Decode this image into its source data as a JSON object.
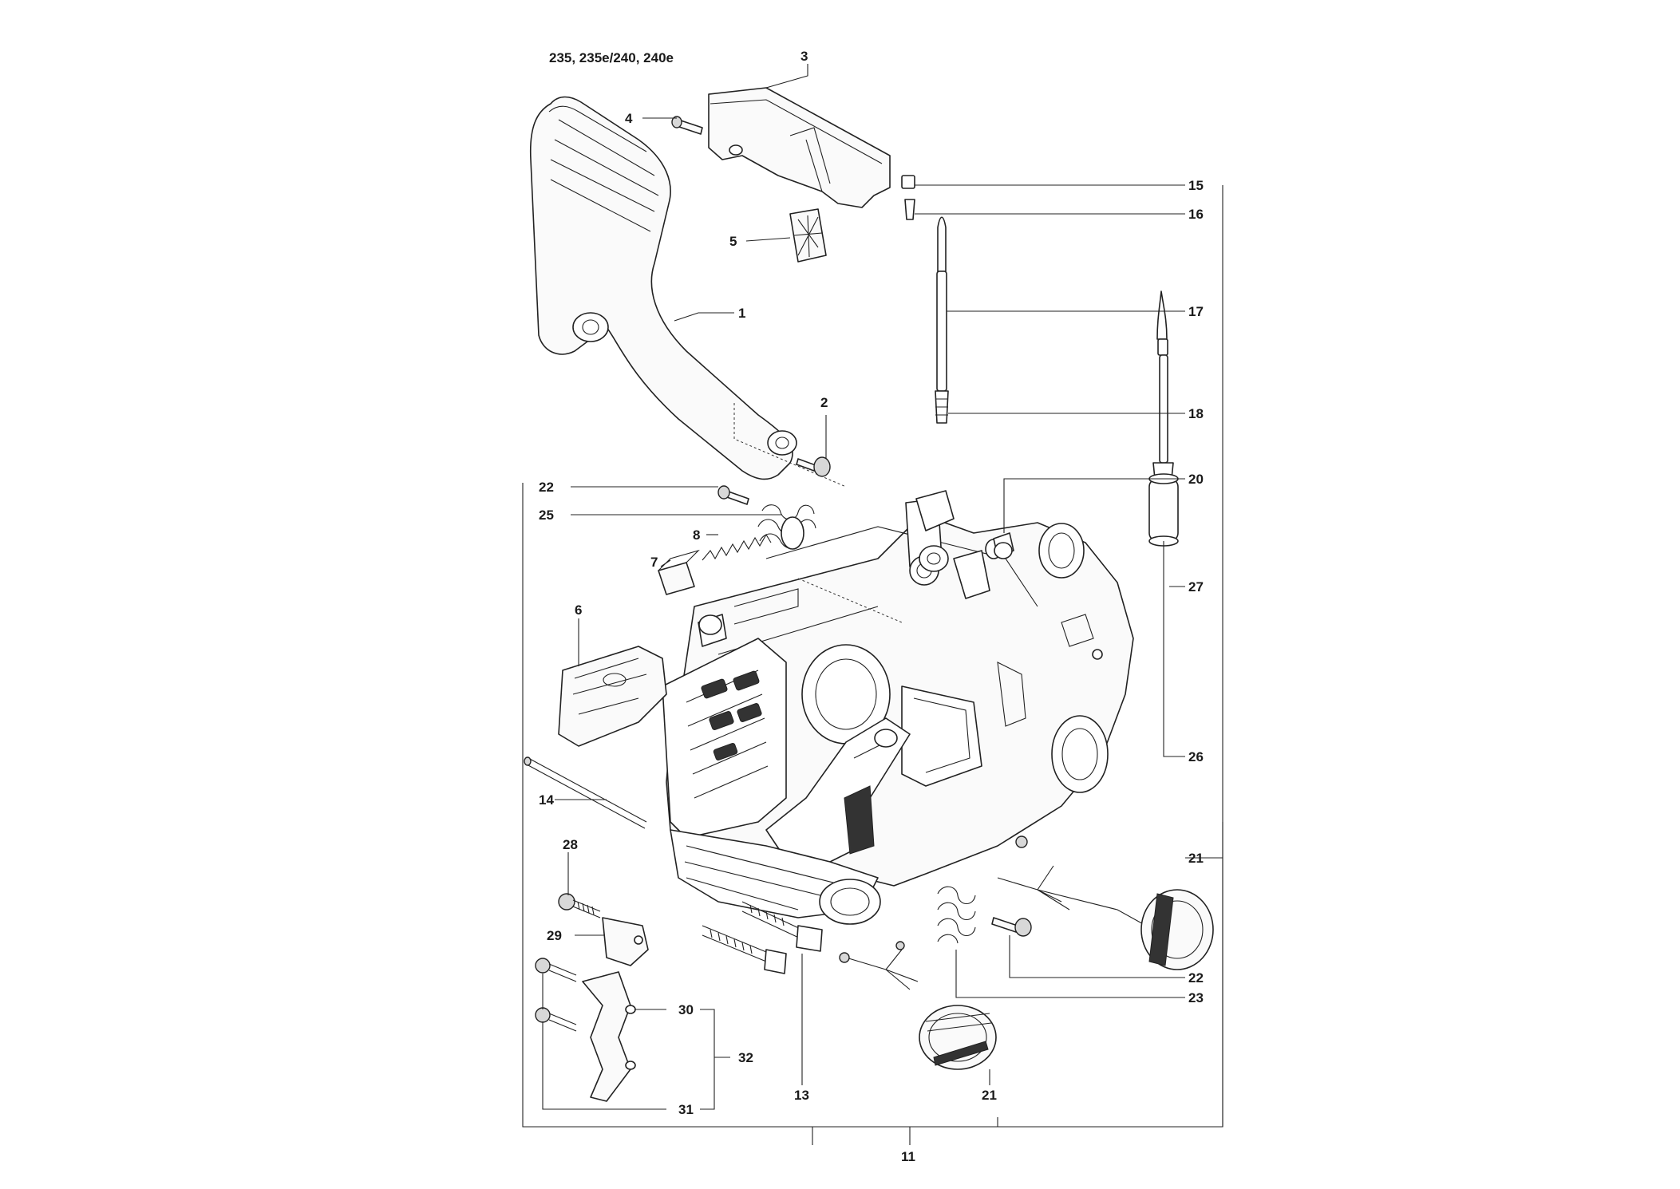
{
  "title": "235, 235e/240, 240e",
  "callouts": [
    "1",
    "2",
    "3",
    "4",
    "5",
    "6",
    "7",
    "8",
    "11",
    "13",
    "14",
    "15",
    "16",
    "17",
    "18",
    "20",
    "21",
    "21",
    "22",
    "22",
    "23",
    "25",
    "26",
    "27",
    "28",
    "29",
    "30",
    "31",
    "32"
  ]
}
